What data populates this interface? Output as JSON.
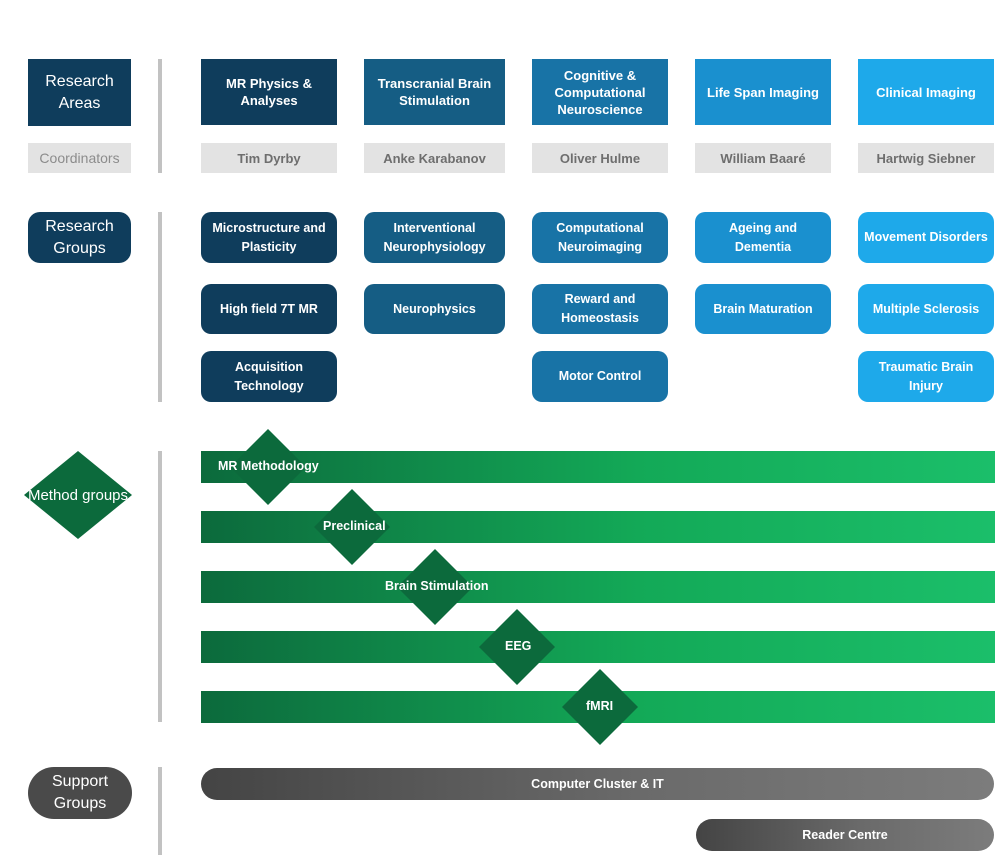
{
  "labels": {
    "research_areas": "Research Areas",
    "coordinators": "Coordinators",
    "research_groups": "Research Groups",
    "method_groups": "Method groups",
    "support_groups": "Support Groups"
  },
  "areas": [
    {
      "title": "MR Physics & Analyses",
      "coordinator": "Tim Dyrby",
      "color": "#0f3d5c"
    },
    {
      "title": "Transcranial Brain Stimulation",
      "coordinator": "Anke  Karabanov",
      "color": "#155d84"
    },
    {
      "title": "Cognitive & Computational Neuroscience",
      "coordinator": "Oliver Hulme",
      "color": "#1873a6"
    },
    {
      "title": "Life Span Imaging",
      "coordinator": "William Baaré",
      "color": "#1a90cf"
    },
    {
      "title": "Clinical Imaging",
      "coordinator": "Hartwig Siebner",
      "color": "#1ea9ea"
    }
  ],
  "groups": {
    "col1": [
      "Microstructure  and Plasticity",
      "High field 7T MR",
      "Acquisition Technology"
    ],
    "col2": [
      "Interventional Neurophysiology",
      "Neurophysics"
    ],
    "col3": [
      "Computational Neuroimaging",
      "Reward and Homeostasis",
      "Motor Control"
    ],
    "col4": [
      "Ageing and Dementia",
      "Brain Maturation"
    ],
    "col5": [
      "Movement Disorders",
      "Multiple Sclerosis",
      "Traumatic Brain Injury"
    ]
  },
  "methods": [
    "MR Methodology",
    "Preclinical",
    "Brain Stimulation",
    "EEG",
    "fMRI"
  ],
  "support": [
    "Computer Cluster & IT",
    "Reader Centre"
  ],
  "colors": {
    "dark_navy": "#0f3d5c",
    "method_green": "#13a957",
    "method_diamond": "#0c6a3c",
    "support_gray": "#555555",
    "coordinator_bg": "#e3e3e3"
  }
}
